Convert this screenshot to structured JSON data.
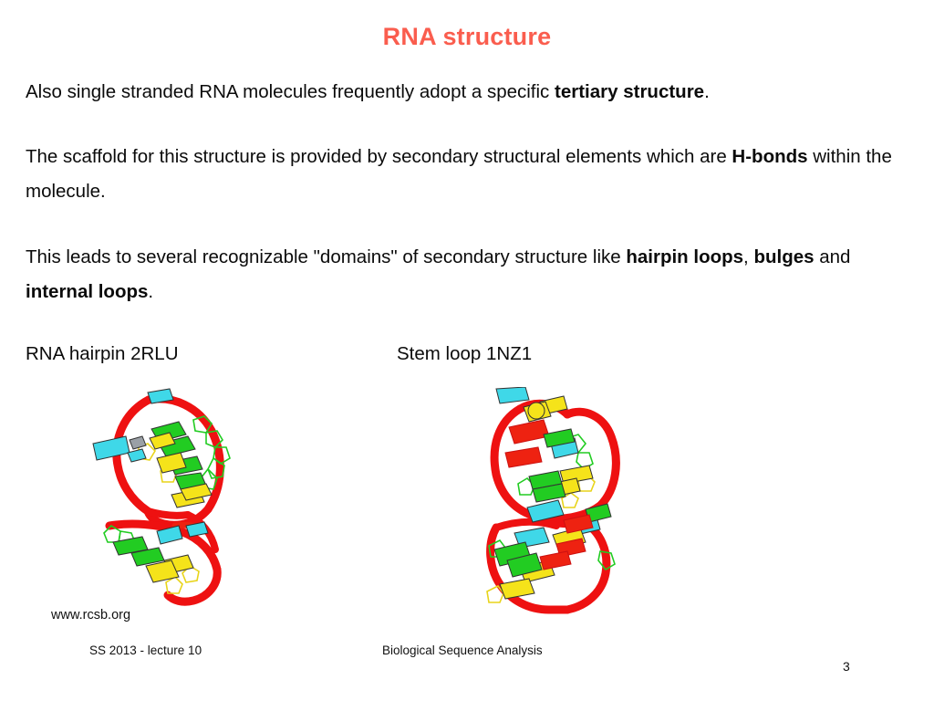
{
  "slide": {
    "title": "RNA structure",
    "title_color": "#fa5d4e",
    "background_color": "#ffffff"
  },
  "body": {
    "paragraph1": {
      "text_plain": "Also single stranded RNA molecules frequently adopt a specific tertiary structure.",
      "lead": "Also single stranded RNA molecules frequently adopt a specific ",
      "bold1": "tertiary structure",
      "tail": "."
    },
    "paragraph2": {
      "text_plain": "The scaffold for this structure is provided by secondary structural elements which are H-bonds within the molecule.",
      "lead": "The scaffold for this structure is provided by secondary structural elements which are ",
      "bold1": "H-bonds",
      "tail": " within the molecule."
    },
    "paragraph3": {
      "text_plain": "This leads to several recognizable \"domains\" of secondary structure like hairpin loops, bulges and internal loops.",
      "lead": "This leads to several recognizable \"domains\" of secondary structure like ",
      "bold1": "hairpin loops",
      "mid1": ", ",
      "bold2": "bulges",
      "mid2": " and ",
      "bold3": "internal loops",
      "tail": "."
    }
  },
  "figures": [
    {
      "caption": "RNA hairpin 2RLU",
      "pdb_id": "2RLU",
      "name": "rna-hairpin-2rlu",
      "colors": {
        "backbone": "#ee1111",
        "base_green": "#22cc22",
        "base_yellow": "#f5e31a",
        "base_cyan": "#3fd8e8",
        "base_red": "#ee2211",
        "outline": "#333333"
      }
    },
    {
      "caption": "Stem loop 1NZ1",
      "pdb_id": "1NZ1",
      "name": "stem-loop-1nz1",
      "colors": {
        "backbone": "#ee1111",
        "base_green": "#22cc22",
        "base_yellow": "#f5e31a",
        "base_cyan": "#3fd8e8",
        "base_red": "#ee2211",
        "outline": "#333333"
      }
    }
  ],
  "source_note": "www.rcsb.org",
  "footer": {
    "left": "SS 2013 - lecture 10",
    "center": "Biological Sequence Analysis",
    "page_number": "3"
  }
}
